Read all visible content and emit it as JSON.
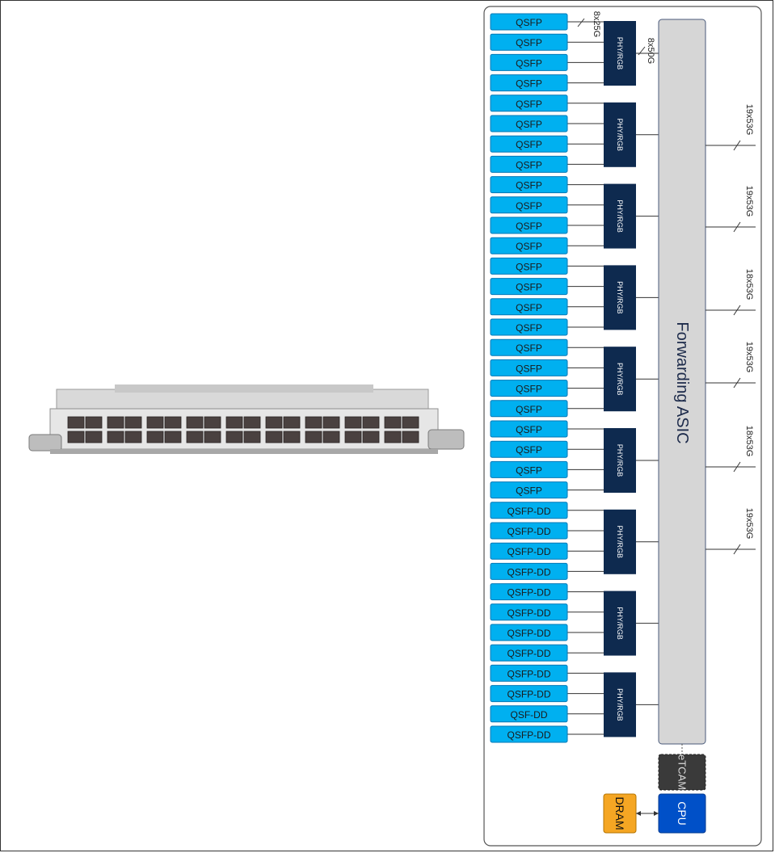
{
  "ports": [
    "QSFP",
    "QSFP",
    "QSFP",
    "QSFP",
    "QSFP",
    "QSFP",
    "QSFP",
    "QSFP",
    "QSFP",
    "QSFP",
    "QSFP",
    "QSFP",
    "QSFP",
    "QSFP",
    "QSFP",
    "QSFP",
    "QSFP",
    "QSFP",
    "QSFP",
    "QSFP",
    "QSFP",
    "QSFP",
    "QSFP",
    "QSFP",
    "QSFP-DD",
    "QSFP-DD",
    "QSFP-DD",
    "QSFP-DD",
    "QSFP-DD",
    "QSFP-DD",
    "QSFP-DD",
    "QSFP-DD",
    "QSFP-DD",
    "QSFP-DD",
    "QSF-DD",
    "QSFP-DD"
  ],
  "phy_label": "PHY/RGB",
  "phy_count": 9,
  "port_link_label": "8x25G",
  "phy_link_label": "8x50G",
  "asic_label": "Forwarding ASIC",
  "fabric_links": [
    "19x53G",
    "19x53G",
    "18x53G",
    "19x53G",
    "18x53G",
    "19x53G"
  ],
  "etcam_label": "eTCAM",
  "cpu_label": "CPU",
  "dram_label": "DRAM",
  "colors": {
    "port_fill": "#00b0f0",
    "port_stroke": "#0077b6",
    "phy_fill": "#0e2a4f",
    "asic_fill": "#d6d6d6",
    "etcam_fill": "#3a3a3a",
    "cpu_fill": "#0050c8",
    "dram_fill": "#f5a623"
  }
}
